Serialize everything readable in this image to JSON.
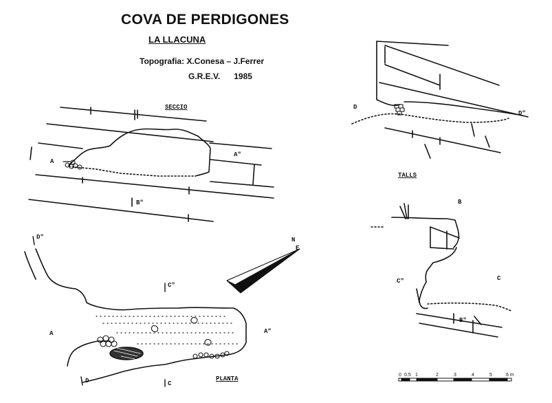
{
  "header": {
    "title": "COVA DE PERDIGONES",
    "subtitle": "LA LLACUNA",
    "topography": "Topografia: X.Conesa – J.Ferrer",
    "group": "G.R.E.V.",
    "year": "1985"
  },
  "labels": {
    "seccio": "SECCIO",
    "talls": "TALLS",
    "planta": "PLANTA",
    "a": "A",
    "a_prime": "A\"",
    "b": "B",
    "b_prime": "B\"",
    "c": "C",
    "c_prime": "C\"",
    "d": "D",
    "d_prime": "D\"",
    "north": "N",
    "east": "E"
  },
  "scale": {
    "ticks": [
      "0",
      "0.5",
      "1",
      "2",
      "3",
      "4",
      "5",
      "6 m"
    ]
  },
  "colors": {
    "ink": "#111111",
    "paper": "#ffffff"
  }
}
